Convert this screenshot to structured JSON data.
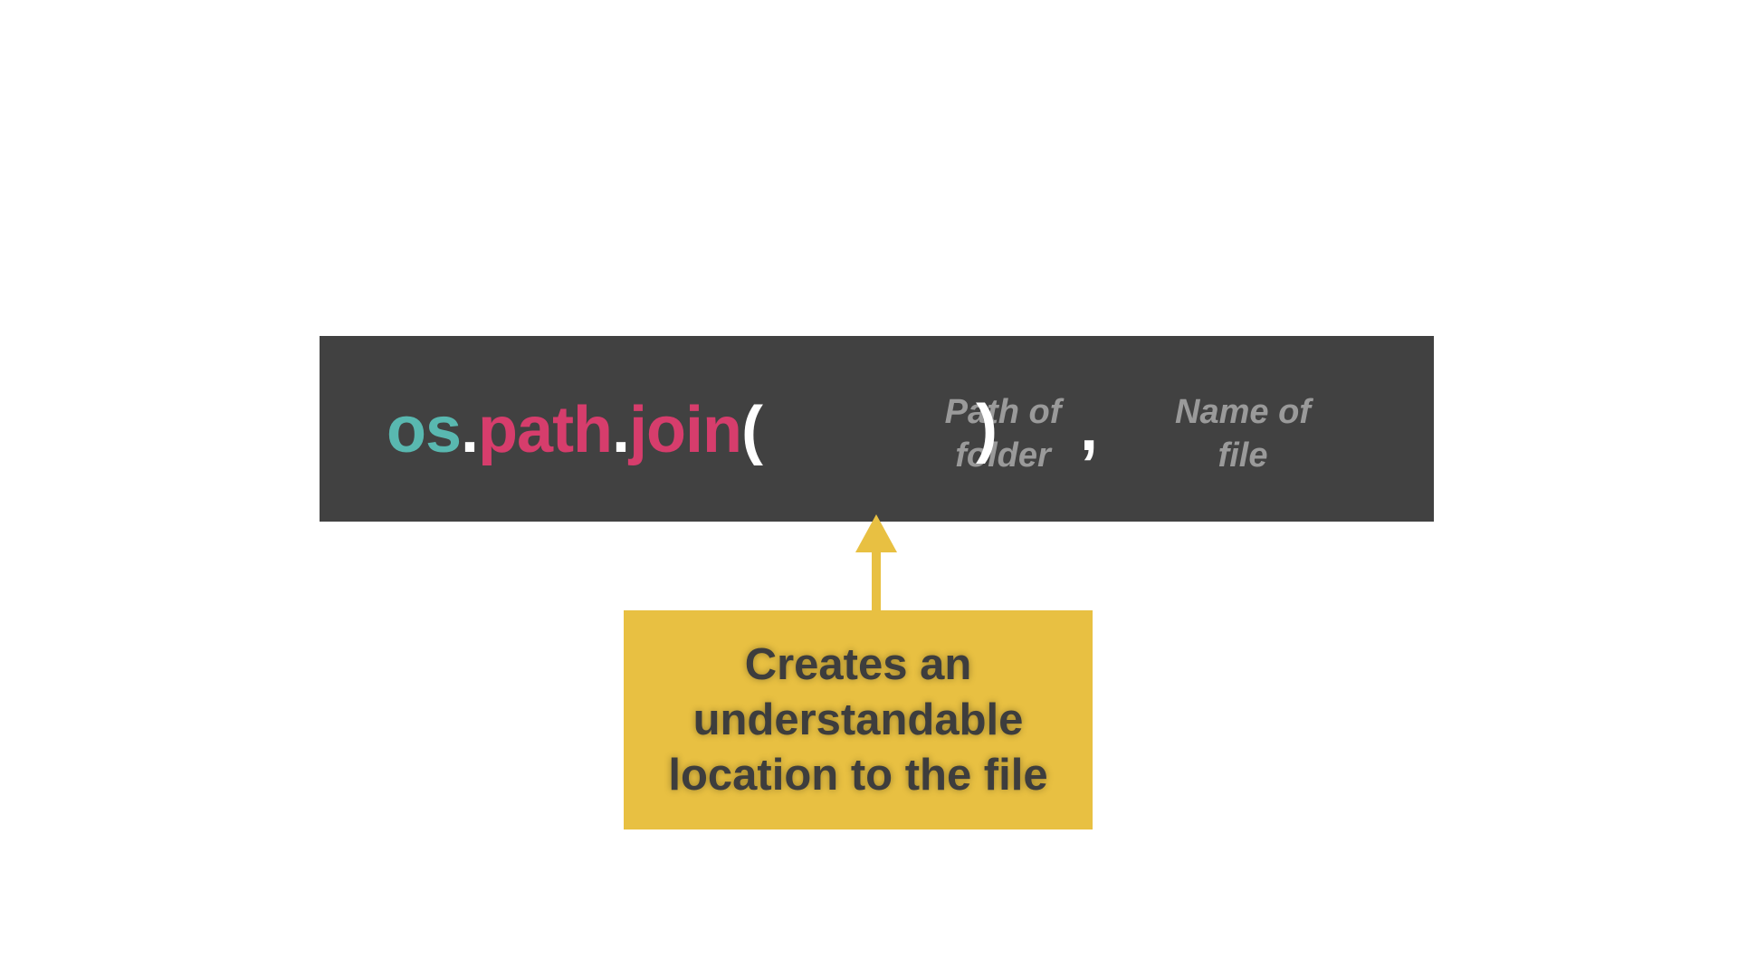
{
  "code": {
    "module": "os",
    "dot1": ".",
    "attr": "path",
    "dot2": ".",
    "func": "join",
    "open_paren": "(",
    "close_paren": ")",
    "comma": ","
  },
  "args": {
    "folder_label": "Path of\nfolder",
    "file_label": "Name of\nfile"
  },
  "callout": {
    "text": "Creates an\nunderstandable\nlocation to the file"
  },
  "colors": {
    "background": "#ffffff",
    "code_bar": "#414141",
    "module_color": "#59b8b0",
    "function_color": "#d63d6c",
    "arg_label_color": "#9a9a9a",
    "callout_bg": "#e8c042",
    "arrow_color": "#e8c042"
  }
}
